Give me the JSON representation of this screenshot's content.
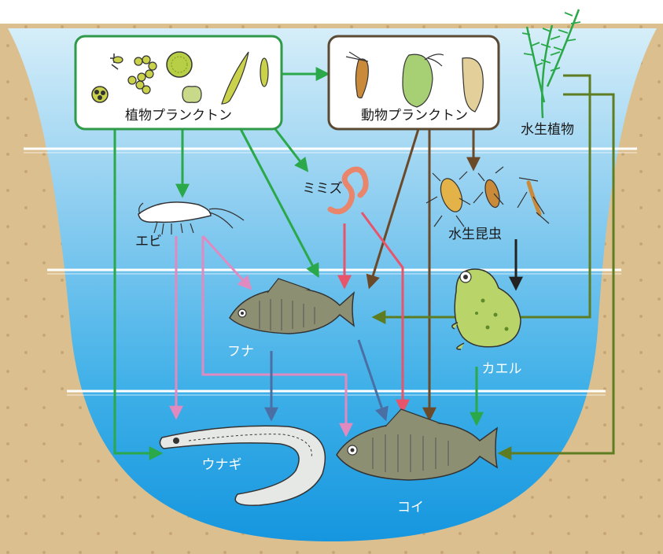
{
  "groups": {
    "phytoplankton": "植物プランクトン",
    "zooplankton": "動物プランクトン",
    "water_plant": "水生植物"
  },
  "organisms": {
    "shrimp": "エビ",
    "earthworm": "ミミズ",
    "water_insects": "水生昆虫",
    "crucian_carp": "フナ",
    "frog": "カエル",
    "eel": "ウナギ",
    "carp": "コイ"
  },
  "colors": {
    "phytoplankton_box": "#2e9a4a",
    "zooplankton_box": "#5a4a33",
    "arrow_phytoplankton": "#2aa84a",
    "arrow_zooplankton": "#6b4a2a",
    "arrow_water_plant": "#5e7d22",
    "arrow_shrimp": "#e08ac0",
    "arrow_earthworm": "#e8546a",
    "arrow_crucian": "#4a6fa5",
    "arrow_insects": "#222222",
    "arrow_frog": "#2aa84a",
    "soil": "#dcbf8f",
    "water_top": "#cfeaf7",
    "water_bottom": "#1e9be0"
  }
}
